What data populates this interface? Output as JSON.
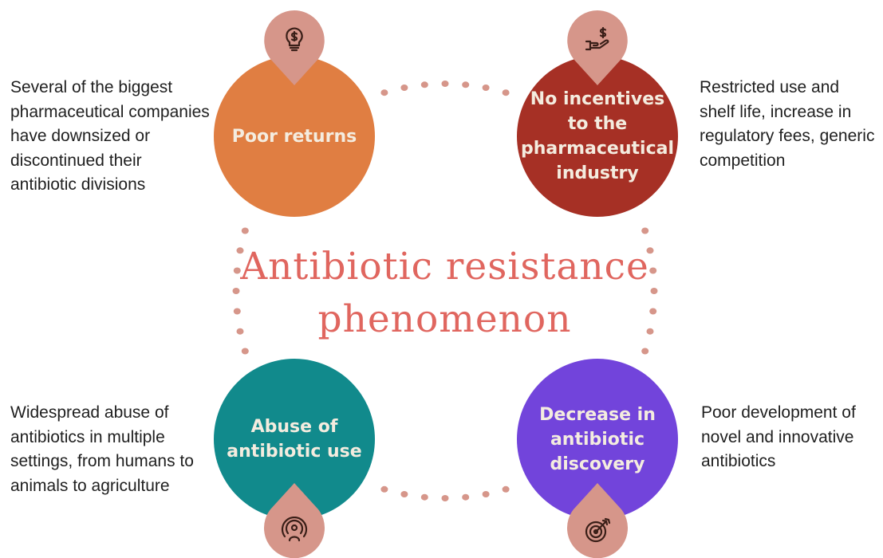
{
  "title": "Antibiotic resistance phenomenon",
  "colors": {
    "dots": "#d6968a",
    "pin": "#d6968a",
    "icon_stroke": "#3a1f18",
    "title": "#e0665f",
    "text": "#1f1f1f",
    "node_text": "#f4ecdf"
  },
  "nodes": [
    {
      "label": "Poor returns",
      "color": "#e07e42",
      "icon": "lightbulb-dollar-icon",
      "description": "Several of the biggest pharmaceutical companies have downsized or discontinued their antibiotic divisions"
    },
    {
      "label": "No incentives to the pharmaceutical industry",
      "color": "#a63025",
      "icon": "hand-dollar-icon",
      "description": "Restricted use and shelf life, increase in regulatory fees, generic competition"
    },
    {
      "label": "Abuse of antibiotic use",
      "color": "#118a8c",
      "icon": "broadcast-person-icon",
      "description": "Widespread abuse of antibiotics in multiple settings, from humans to animals to agriculture"
    },
    {
      "label": "Decrease in antibiotic discovery",
      "color": "#7244db",
      "icon": "target-arrow-icon",
      "description": "Poor development of novel and innovative antibiotics"
    }
  ]
}
